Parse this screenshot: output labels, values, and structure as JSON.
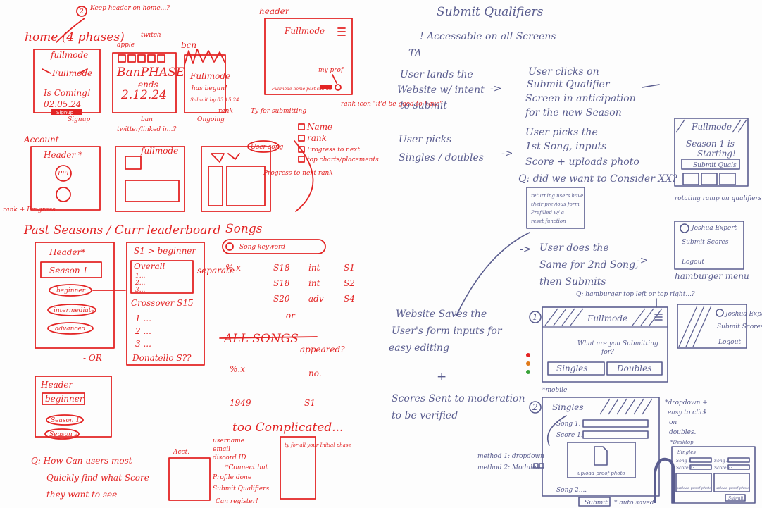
{
  "left": {
    "home_title": "home (4 phases)",
    "circled_num": "2",
    "keep_header_note": "Keep header on home...?",
    "apple": "apple",
    "twitch_note": "twitch",
    "bcn": "bcn",
    "header_note": "header",
    "header_fullmode": "Fullmode",
    "my_prof": "my prof",
    "rank_icon_note": "rank icon \"it'd be good to have\"",
    "footer_small": "Fullmode  home  past  submit",
    "phone1_title": "fullmode",
    "phone1_logo": "Fullmode",
    "phone1_coming": "Is Coming!",
    "phone1_date": "02.05.24",
    "phone1_btn": "Signup",
    "phone1_caption": "Signup",
    "phone2_title": "BanPHASE",
    "phone2_sub": "ends",
    "phone2_date": "2.12.24",
    "phone2_caption": "ban",
    "phone3_title": "Fullmode",
    "phone3_sub": "has begun!",
    "phone3_sub2": "Submit by 03.15.24",
    "phone3_caption": "Ongoing",
    "account_label": "Account",
    "twitter_note": "twitter/linked in..?",
    "fullmode2": "fullmode",
    "rank_label": "rank",
    "ty_note": "Ty for submitting",
    "header_star": "Header *",
    "pfp": "PFP",
    "rank_progress": "rank + Progress",
    "user_song": "User song",
    "checklist": [
      "Name",
      "rank",
      "Progress to next",
      "top charts/placements"
    ],
    "progress_next": "Progress to next rank",
    "past_seasons": "Past Seasons  /  Curr leaderboard",
    "header2": "Header*",
    "season1": "Season 1",
    "pills": [
      "beginner",
      "intermediate",
      "advanced"
    ],
    "s1_beginner": "S1 > beginner",
    "overall": "Overall",
    "list_dots": [
      "1...",
      "2...",
      "3..."
    ],
    "separate": "separate",
    "crossover": "Crossover   S15",
    "cross_dots": [
      "1 ...",
      "2 ...",
      "3 ..."
    ],
    "donatello": "Donatello  S??",
    "or1": "- OR",
    "header3": "Header",
    "beginner2": "beginner",
    "season_pills": [
      "Season 1",
      "Season 2"
    ],
    "songs_label": "Songs",
    "song_keyword": "Song keyword",
    "songs_rows": [
      [
        "%.x",
        "S18",
        "int",
        "S1"
      ],
      [
        "",
        "S18",
        "int",
        "S2"
      ],
      [
        "",
        "S20",
        "adv",
        "S4"
      ]
    ],
    "or2": "- or -",
    "all_songs": "ALL SONGS",
    "appeared": "appeared?",
    "pct_x": "%.x",
    "no": "no.",
    "n1949": "1949",
    "s1": "S1",
    "too_complicated": "too Complicated...",
    "question": "Q: How Can users most Quickly find what Score they want to see",
    "acct": "Acct.",
    "acct_notes": "username email discord ID *Connect but Profile done ↓ Submit Qualifiers ↓ Can register!",
    "ty_small": "ty for all your Initial phase"
  },
  "right": {
    "title": "Submit Qualifiers",
    "accessible": "! Accessable on all Screens",
    "ta": "TA",
    "flow1a": "User lands the Website w/ intent to submit",
    "flow1b": "User clicks on Submit Qualifier Screen in anticipation for the new Season",
    "flow2a": "User picks Singles / doubles",
    "flow2b": "User picks the 1st Song, inputs Score + uploads photo",
    "q_consider": "Q: did we want to Consider XX?",
    "returning_box": "returning users have their previous form Prefilled w/ a reset function",
    "flow3": "User does the Same for 2nd Song, then Submits",
    "hamburger_q": "Q: hamburger top left or top right...?",
    "website_saves": "Website Saves the User's form inputs for easy editing",
    "plus": "+",
    "scores_sent": "Scores Sent to moderation to be verified",
    "mock_fullmode": "Fullmode",
    "mock_season": "Season 1 is Starting!",
    "mock_submit": "Submit Quals",
    "rotating_note": "rotating ramp on qualifiers",
    "joshua": "Joshua Expert",
    "submit_scores": "Submit Scores",
    "logout": "Logout",
    "hamburger_menu": "hamburger menu",
    "step1": "1",
    "what_schedule": "What are you Submitting for?",
    "singles": "Singles",
    "doubles": "Doubles",
    "mobile": "*mobile",
    "step2": "2",
    "singles2": "Singles",
    "dropdown_note": "*dropdown + easy to click on doubles",
    "desktop": "*Desktop",
    "song1": "Song 1:",
    "score1": "Score 1:",
    "method1": "method 1: dropdown",
    "method2": "method 2: Modules",
    "upload_proof": "upload proof photo",
    "song_2": "Song 2....",
    "submit_btn": "Submit",
    "auto_saved": "* auto saved",
    "mini_song1": "Song 1:",
    "mini_song2": "Song 2:",
    "mini_score1": "Score 1:",
    "mini_score2": "Score 2:",
    "mini_upload": "upload proof photo",
    "mini_submit": "Submit"
  }
}
